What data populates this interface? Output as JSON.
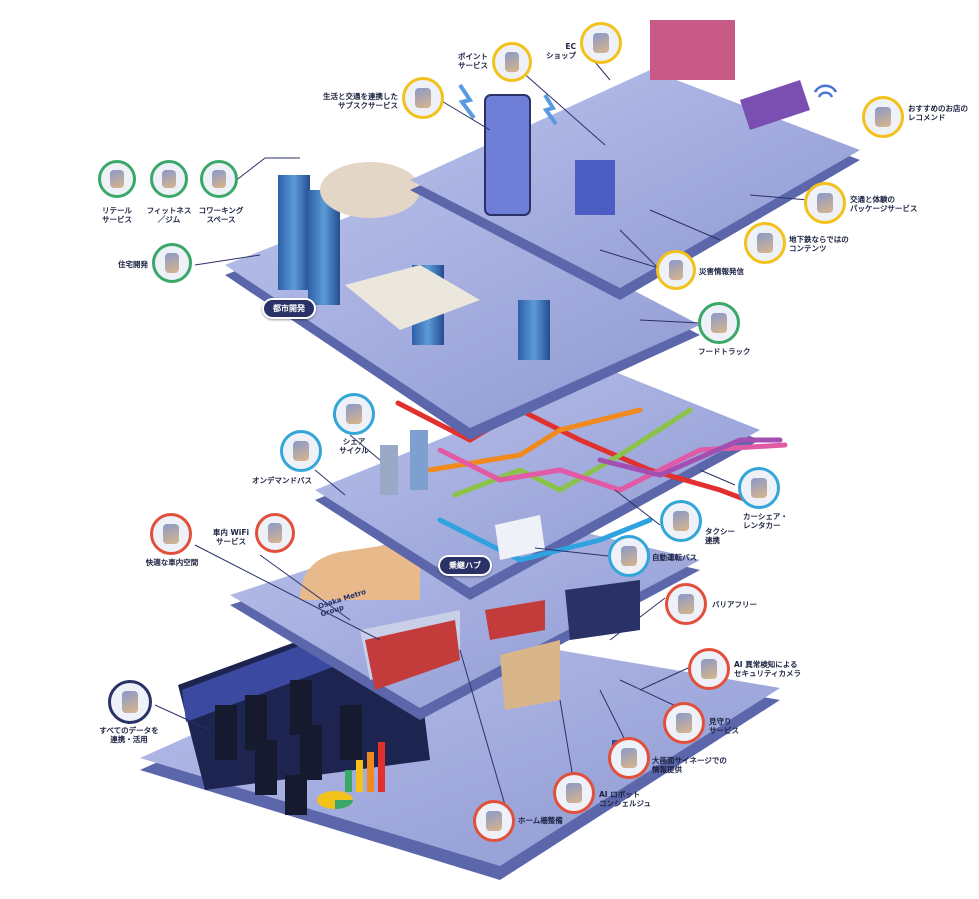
{
  "colors": {
    "platform_top": "#a7b0df",
    "platform_edge": "#5c66aa",
    "green_ring": "#3aa869",
    "yellow_ring": "#f2c21b",
    "blue_ring": "#33a6d8",
    "red_ring": "#e2503c",
    "navy_ring": "#2a3166",
    "routes": [
      "#e0312e",
      "#f08a1d",
      "#8bc34a",
      "#e05aa6",
      "#2ea3e0",
      "#a24fb1",
      "#3aa869"
    ]
  },
  "layers": {
    "city": {
      "tag": "都市開発"
    },
    "hub": {
      "tag": "乗継ハブ"
    }
  },
  "city_labels": {
    "retail": "リテール\nサービス",
    "fitness": "フィットネス\n／ジム",
    "coworking": "コワーキング\nスペース",
    "housing": "住宅開発",
    "subscription": "生活と交通を連携した\nサブスクサービス",
    "points": "ポイント\nサービス",
    "ec": "EC\nショップ",
    "recommend": "おすすめのお店の\nレコメンド",
    "package": "交通と体験の\nパッケージサービス",
    "underground": "地下鉄ならではの\nコンテンツ",
    "disaster": "災害情報発信",
    "foodtruck": "フードトラック"
  },
  "hub_labels": {
    "share_cycle": "シェア\nサイクル",
    "on_demand_bus": "オンデマンドバス",
    "car_share": "カーシェア・\nレンタカー",
    "taxi": "タクシー\n連携",
    "autonomous_bus": "自動運転バス"
  },
  "station_labels": {
    "wifi": "車内 WiFi\nサービス",
    "comfort": "快適な車内空間",
    "barrier_free": "バリアフリー",
    "ai_camera": "AI 異常検知による\nセキュリティカメラ",
    "watch": "見守り\nサービス",
    "signage": "大画面サイネージでの\n情報提供",
    "robot": "AI ロボット\nコンシェルジュ",
    "platform_door": "ホーム柵整備",
    "data": "すべてのデータを\n連携・活用",
    "station_logo": "Osaka Metro\nGroup"
  }
}
